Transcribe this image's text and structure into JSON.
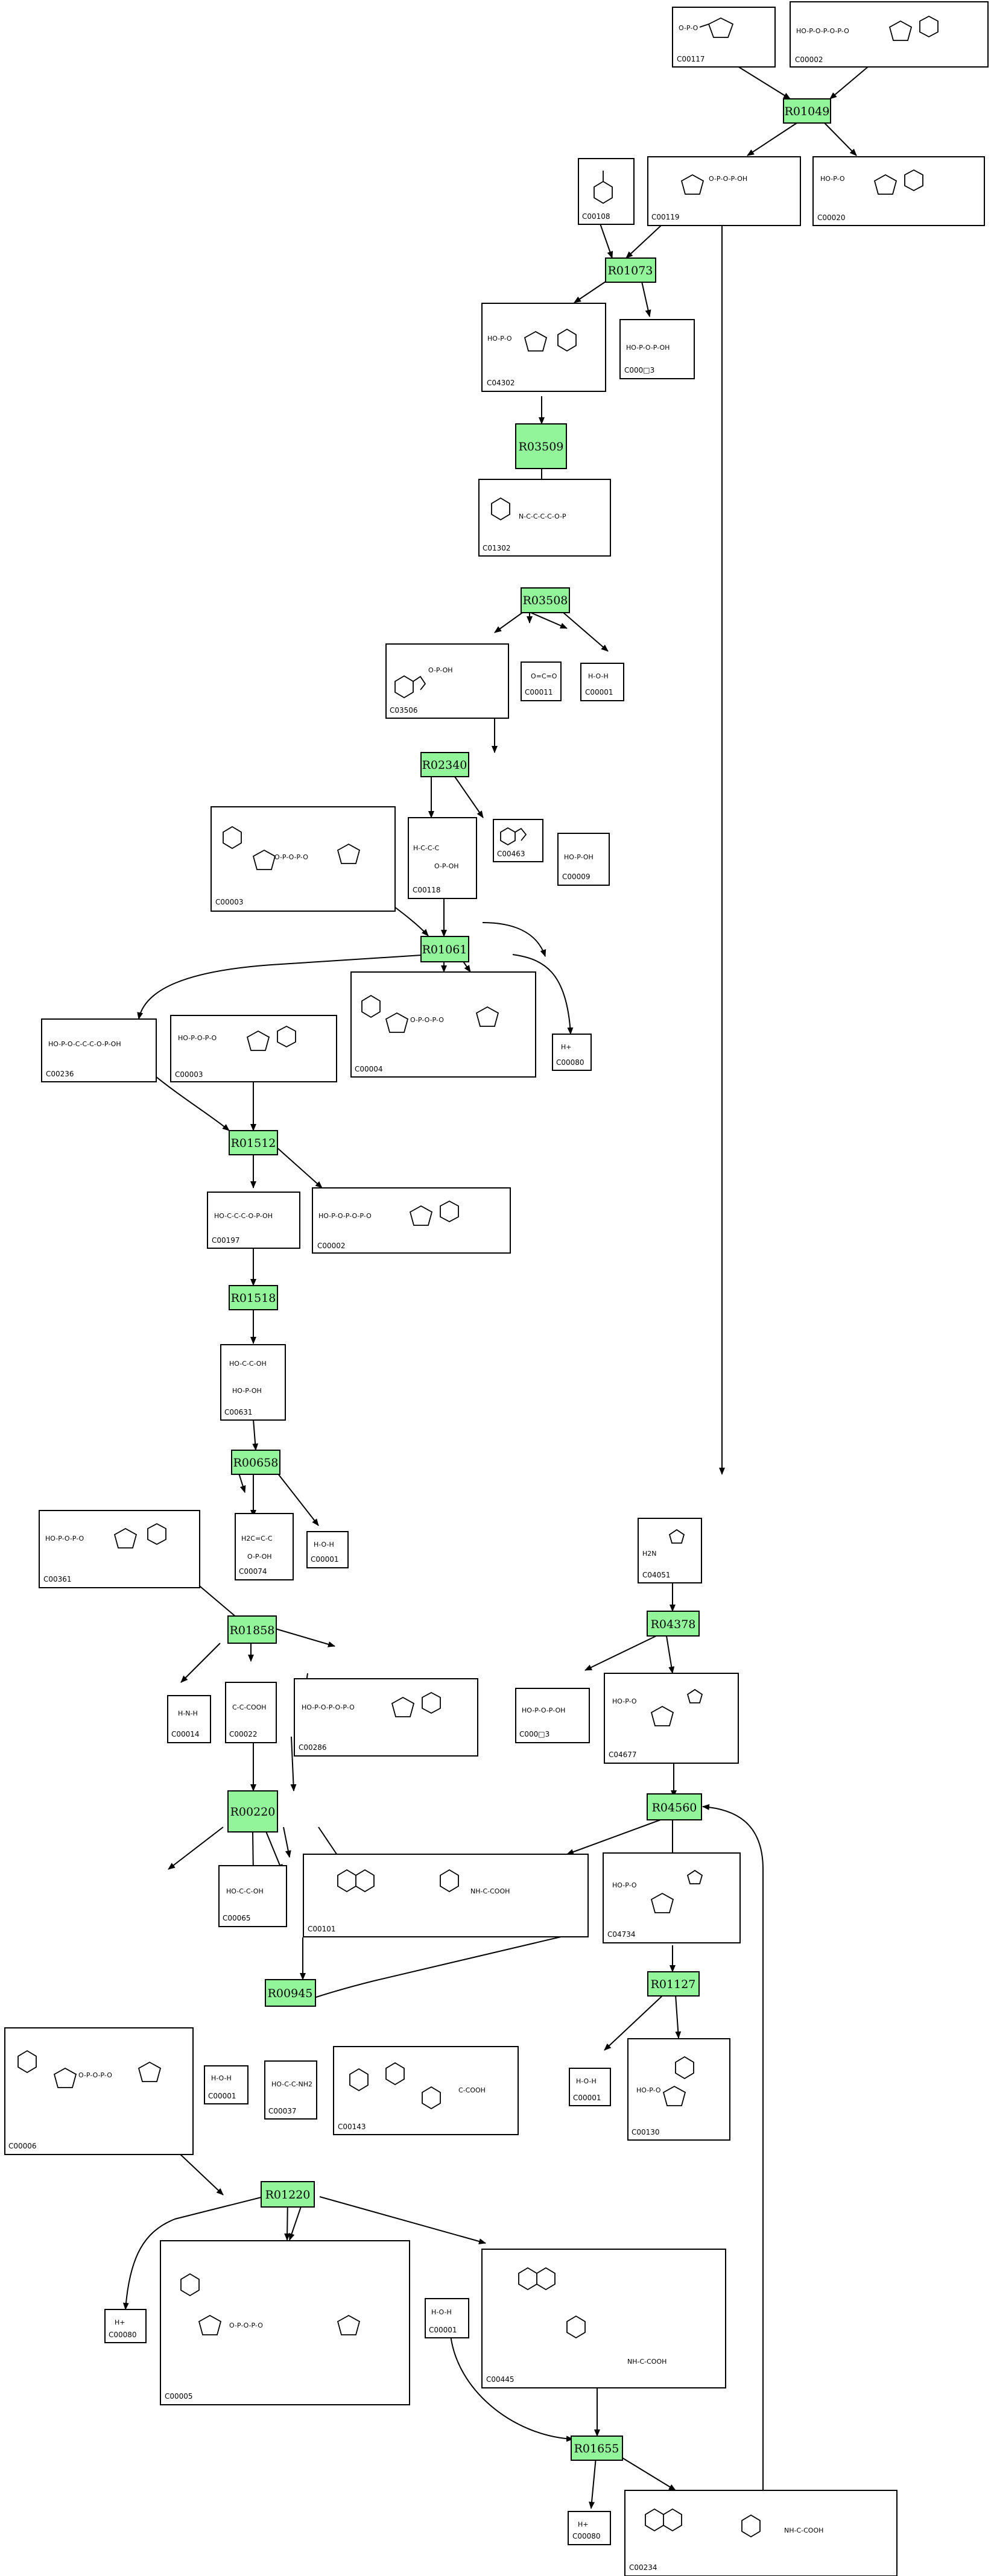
{
  "reactions": [
    {
      "id": "R01049"
    },
    {
      "id": "R01073"
    },
    {
      "id": "R03509"
    },
    {
      "id": "R03508"
    },
    {
      "id": "R02340"
    },
    {
      "id": "R01061"
    },
    {
      "id": "R01512"
    },
    {
      "id": "R01518"
    },
    {
      "id": "R00658"
    },
    {
      "id": "R01858"
    },
    {
      "id": "R00220"
    },
    {
      "id": "R00945"
    },
    {
      "id": "R01220"
    },
    {
      "id": "R01655"
    },
    {
      "id": "R04378"
    },
    {
      "id": "R04560"
    },
    {
      "id": "R01127"
    }
  ],
  "compounds": [
    {
      "id": "C00117",
      "icon": "ribose-phosphate-structure"
    },
    {
      "id": "C00002",
      "icon": "atp-structure"
    },
    {
      "id": "C00108",
      "icon": "anthranilate-structure"
    },
    {
      "id": "C00119",
      "icon": "prpp-structure"
    },
    {
      "id": "C00020",
      "icon": "amp-structure"
    },
    {
      "id": "C04302",
      "icon": "phosphoribosyl-anthranilate-structure"
    },
    {
      "id": "C000□3",
      "icon": "pyrophosphate-structure"
    },
    {
      "id": "C01302",
      "icon": "carboxyphenylamino-deoxyribulose-structure"
    },
    {
      "id": "C03506",
      "icon": "indoleglycerol-phosphate-structure"
    },
    {
      "id": "C00011",
      "icon": "co2-structure"
    },
    {
      "id": "C00001",
      "icon": "water-structure"
    },
    {
      "id": "C00463",
      "icon": "indole-structure"
    },
    {
      "id": "C00003",
      "icon": "nad-structure"
    },
    {
      "id": "C00118",
      "icon": "glyceraldehyde-phosphate-structure"
    },
    {
      "id": "C00009",
      "icon": "phosphate-structure"
    },
    {
      "id": "C00080",
      "icon": "proton-structure"
    },
    {
      "id": "C00236",
      "icon": "bisphosphoglycerate-structure"
    },
    {
      "id": "C00004",
      "icon": "nadh-structure"
    },
    {
      "id": "C00197",
      "icon": "phosphoglycerate-structure"
    },
    {
      "id": "C00631",
      "icon": "phosphoglycerate-2-structure"
    },
    {
      "id": "C00074",
      "icon": "pep-structure"
    },
    {
      "id": "C00361",
      "icon": "dgdp-structure"
    },
    {
      "id": "C04051",
      "icon": "aminoimidazole-carboxamide-structure"
    },
    {
      "id": "C00014",
      "icon": "ammonia-structure"
    },
    {
      "id": "C00022",
      "icon": "pyruvate-structure"
    },
    {
      "id": "C00286",
      "icon": "dgtp-structure"
    },
    {
      "id": "C04677",
      "icon": "aicar-structure"
    },
    {
      "id": "C00065",
      "icon": "serine-structure"
    },
    {
      "id": "C00101",
      "icon": "thf-structure"
    },
    {
      "id": "C04734",
      "icon": "faicar-structure"
    },
    {
      "id": "C00037",
      "icon": "glycine-structure"
    },
    {
      "id": "C00143",
      "icon": "methylene-thf-structure"
    },
    {
      "id": "C00130",
      "icon": "imp-structure"
    },
    {
      "id": "C00006",
      "icon": "nadp-structure"
    },
    {
      "id": "C00005",
      "icon": "nadph-structure"
    },
    {
      "id": "C00445",
      "icon": "methenyl-thf-structure"
    },
    {
      "id": "C00234",
      "icon": "formyl-thf-structure"
    }
  ]
}
